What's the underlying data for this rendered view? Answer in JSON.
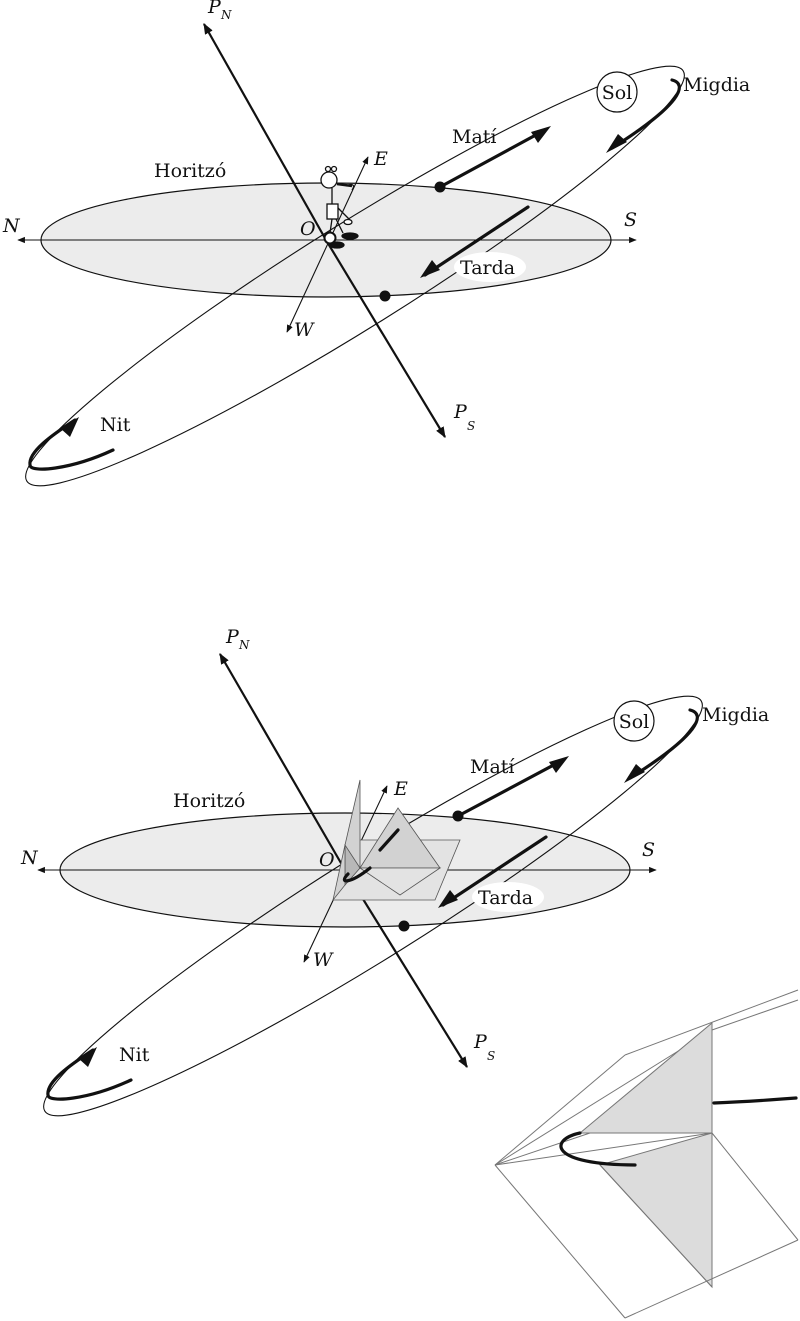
{
  "labels": {
    "pole_north": "P",
    "pole_north_sub": "N",
    "pole_south": "P",
    "pole_south_sub": "S",
    "north": "N",
    "south": "S",
    "east": "E",
    "west": "W",
    "origin": "O",
    "horizon": "Horitzó",
    "sun": "Sol",
    "noon": "Migdia",
    "morning": "Matí",
    "afternoon": "Tarda",
    "night": "Nit"
  },
  "colors": {
    "line": "#111111",
    "horizon_fill": "#ececec",
    "sundial_shade": "#d2d2d2"
  }
}
